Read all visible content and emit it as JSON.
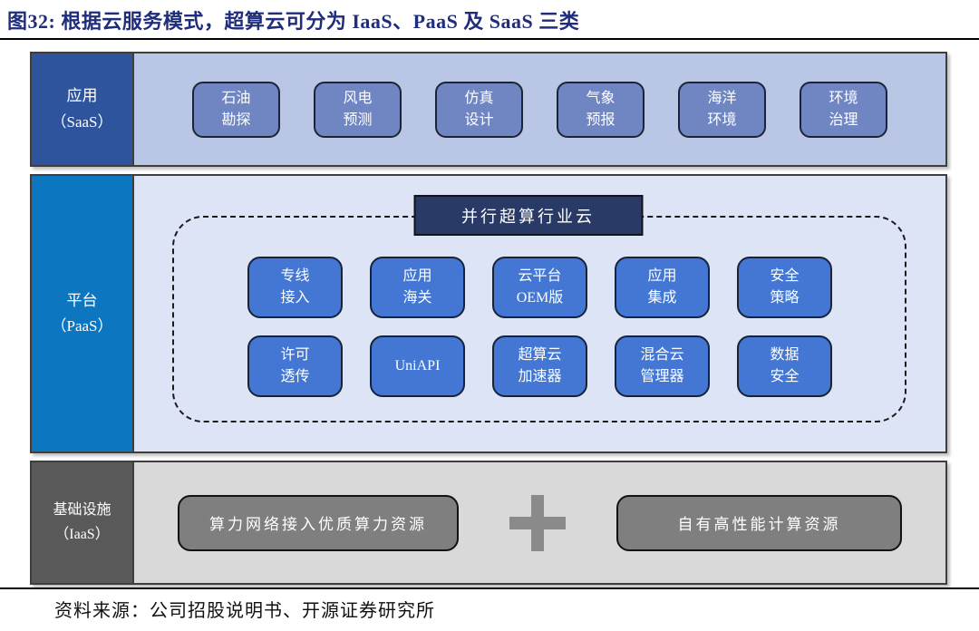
{
  "title": "图32:  根据云服务模式，超算云可分为 IaaS、PaaS 及 SaaS 三类",
  "layers": {
    "saas": {
      "label": "应用\n（SaaS）",
      "boxes": [
        "石油\n勘探",
        "风电\n预测",
        "仿真\n设计",
        "气象\n预报",
        "海洋\n环境",
        "环境\n治理"
      ]
    },
    "paas": {
      "label": "平台\n（PaaS）",
      "header": "并行超算行业云",
      "row1": [
        "专线\n接入",
        "应用\n海关",
        "云平台\nOEM版",
        "应用\n集成",
        "安全\n策略"
      ],
      "row2": [
        "许可\n透传",
        "UniAPI",
        "超算云\n加速器",
        "混合云\n管理器",
        "数据\n安全"
      ]
    },
    "iaas": {
      "label": "基础设施\n（IaaS）",
      "left_box": "算力网络接入优质算力资源",
      "right_box": "自有高性能计算资源"
    }
  },
  "source": "资料来源：公司招股说明书、开源证券研究所",
  "colors": {
    "title_text": "#1f2d7b",
    "saas_label_bg": "#2e549e",
    "saas_content_bg": "#b9c6e6",
    "saas_box_bg": "#7086c2",
    "paas_label_bg": "#0d76c0",
    "paas_content_bg": "#dce4f6",
    "paas_header_bg": "#2a3a66",
    "paas_box_bg": "#4377d3",
    "iaas_label_bg": "#595959",
    "iaas_content_bg": "#d9d9d9",
    "iaas_box_bg": "#7f7f7f",
    "plus_gray": "#8a8a8a",
    "rule_black": "#000000"
  }
}
